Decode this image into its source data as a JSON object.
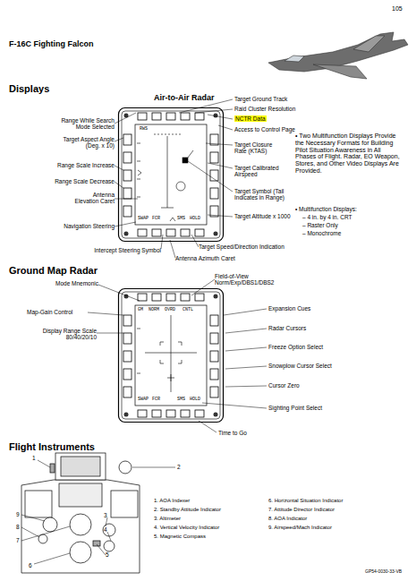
{
  "diagram": {
    "title": "F-16C Fighting Falcon",
    "nodes": [
      {
        "text": [
          "RWS",
          "SWAP",
          "FCR",
          "SMS",
          "HOLD"
        ]
      },
      {
        "text": [
          "GM",
          "NORM",
          "OVRD",
          "CNTL",
          "SWAP",
          "FCR",
          "SMS",
          "HOLD"
        ]
      }
    ],
    "labels": [
      "105",
      "Displays",
      "Air-to-Air Radar",
      "Range While Search Mode Selected",
      "Target Aspect Angle (Deg. x 10)",
      "Range Scale Increase",
      "Range Scale Decrease",
      "Antenna Elevation Caret",
      "Navigation Steering",
      "Intercept Steering Symbol",
      "Target Ground Track",
      "Raid Cluster Resolution",
      "NCTR Data",
      "Access to Control Page",
      "Target Closure Rate (KTAS)",
      "Target Calibrated Airspeed",
      "Target Symbol (Tail Indicates in Range)",
      "Target Altitude x 1000",
      "Target Speed/Direction Indication",
      "Antenna Azimuth Caret",
      "• Two Multifunction Displays Provide the Necessary Formats for Building Pilot Situation Awareness in All Phases of Flight. Radar, EO Weapon, Stores, and Other Video Displays Are Provided.",
      "• Multifunction Displays:",
      "– 4 in. by 4 in. CRT",
      "– Raster Only",
      "– Monochrome",
      "Ground Map Radar",
      "Mode Mnemonic",
      "Map-Gain Control",
      "Display Range Scale 80/40/20/10",
      "Field-of-View Norm/Exp/DBS1/DBS2",
      "Expansion Cues",
      "Radar Cursors",
      "Freeze Option Select",
      "Snowplow Cursor Select",
      "Cursor Zero",
      "Sighting Point Select",
      "Time to Go",
      "Flight Instruments",
      "1",
      "2",
      "3",
      "4",
      "5",
      "6",
      "7",
      "8",
      "9",
      "1. AOA Indexer",
      "2. Standby Attitude Indicator",
      "3. Altimeter",
      "4. Vertical Velocity Indicator",
      "5. Magnetic Compass",
      "6. Horizontal Situation Indicator",
      "7. Attitude Director Indicator",
      "8. AOA Indicator",
      "9. Airspeed/Mach Indicator",
      "GP54-0030-33-VB"
    ]
  }
}
